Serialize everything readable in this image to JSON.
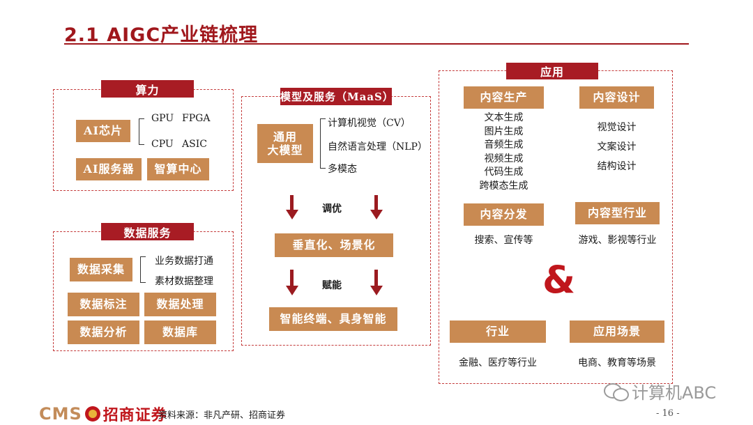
{
  "title": "2.1 AIGC产业链梳理",
  "compute": {
    "header": "算力",
    "chip_label": "AI芯片",
    "chips": [
      "GPU",
      "FPGA",
      "CPU",
      "ASIC"
    ],
    "server_label": "AI服务器",
    "center_label": "智算中心"
  },
  "data_service": {
    "header": "数据服务",
    "collect_label": "数据采集",
    "collect_items": [
      "业务数据打通",
      "素材数据整理"
    ],
    "label_label": "数据标注",
    "process_label": "数据处理",
    "analysis_label": "数据分析",
    "db_label": "数据库"
  },
  "model": {
    "header": "模型及服务（MaaS）",
    "general_label": "通用\n大模型",
    "general_items": [
      "计算机视觉（CV）",
      "自然语言处理（NLP）",
      "多模态"
    ],
    "tune_label": "调优",
    "vertical_label": "垂直化、场景化",
    "empower_label": "赋能",
    "terminal_label": "智能终端、具身智能"
  },
  "application": {
    "header": "应用",
    "content_gen": {
      "label": "内容生产",
      "items": [
        "文本生成",
        "图片生成",
        "音频生成",
        "视频生成",
        "代码生成",
        "跨模态生成"
      ]
    },
    "content_design": {
      "label": "内容设计",
      "items": [
        "视觉设计",
        "文案设计",
        "结构设计"
      ]
    },
    "content_dist": {
      "label": "内容分发",
      "text": "搜索、宣传等"
    },
    "content_industry": {
      "label": "内容型行业",
      "text": "游戏、影视等行业"
    },
    "amp": "&",
    "industry": {
      "label": "行业",
      "text": "金融、医疗等行业"
    },
    "scenario": {
      "label": "应用场景",
      "text": "电商、教育等场景"
    }
  },
  "footer": {
    "logo_cms": "CMS",
    "logo_cn": "招商证券",
    "source": "资料来源：非凡产研、招商证券",
    "watermark": "计算机ABC",
    "page": "- 16 -"
  },
  "colors": {
    "accent": "#a81c24",
    "tan": "#c98a52"
  }
}
